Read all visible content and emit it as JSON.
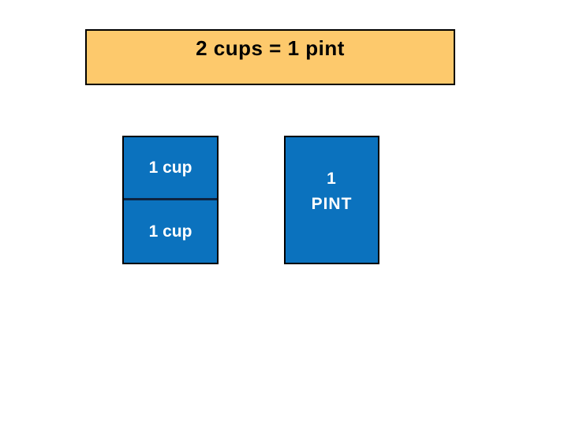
{
  "slide": {
    "title": "2 cups = 1 pint",
    "cups_box": {
      "cells": [
        {
          "label": "1 cup"
        },
        {
          "label": "1 cup"
        }
      ]
    },
    "pint_box": {
      "line1": "1",
      "line2": "PINT"
    },
    "colors": {
      "banner_fill": "#FDC96C",
      "box_fill": "#0B72BE",
      "shape_border": "#000000",
      "cell_divider": "#0E2340",
      "title_text": "#000000",
      "box_text": "#FFFFFF",
      "background": "#FFFFFF"
    }
  }
}
